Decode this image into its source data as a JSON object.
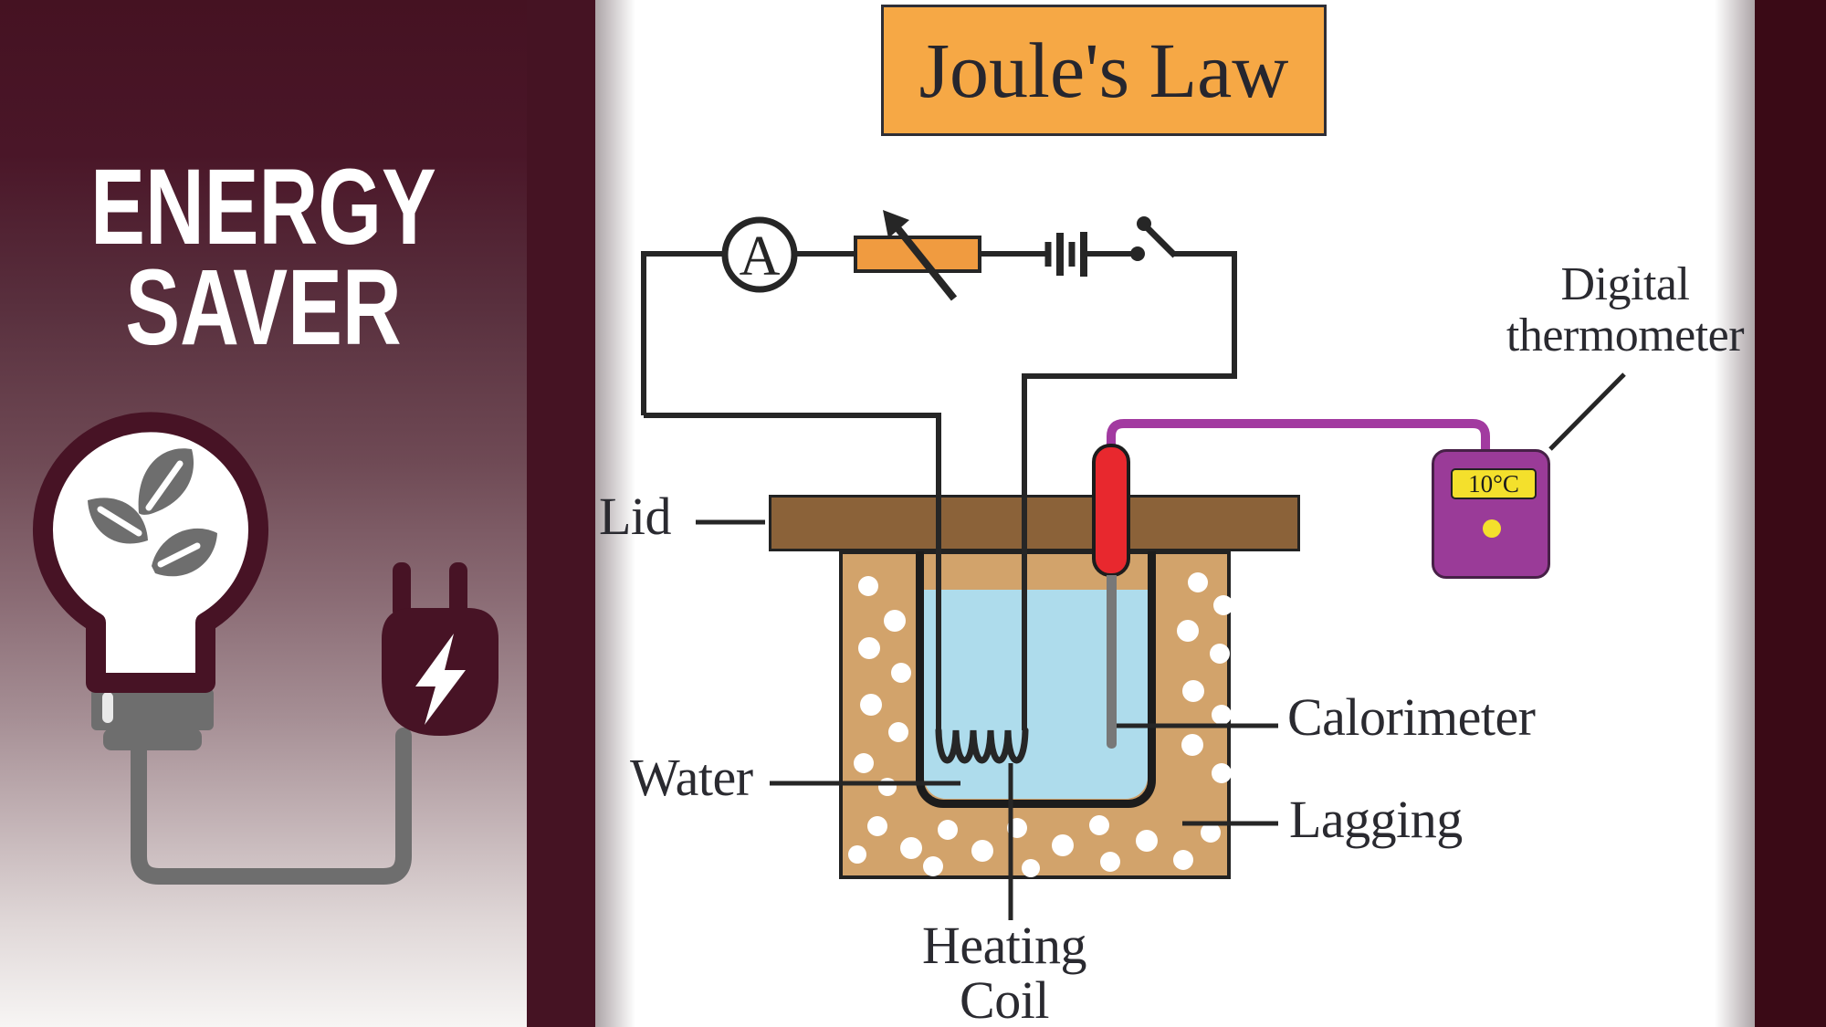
{
  "left_panel": {
    "heading_line1": "ENERGY",
    "heading_line2": "SAVER",
    "bulb_icon": "eco-lightbulb-leaves-icon",
    "plug_icon": "power-plug-lightning-icon"
  },
  "diagram": {
    "title": "Joule's Law",
    "ammeter_symbol": "A",
    "thermometer_reading": "10°C",
    "labels": {
      "lid": "Lid",
      "water": "Water",
      "heating_coil_line1": "Heating",
      "heating_coil_line2": "Coil",
      "calorimeter": "Calorimeter",
      "lagging": "Lagging",
      "digital_thermometer_line1": "Digital",
      "digital_thermometer_line2": "thermometer"
    }
  },
  "colors": {
    "maroon_panel": "#451222",
    "maroon_bar_right": "#3a0a16",
    "title_orange": "#f6a845",
    "rheostat_orange": "#f09b40",
    "lid_brown": "#8b6239",
    "lagging_tan": "#d2a36b",
    "water_blue": "#aedcec",
    "thermometer_red": "#e8282e",
    "probe_wire_purple": "#a23aa0",
    "device_purple": "#9a3b98",
    "display_yellow": "#f4e02c",
    "wire_black": "#262626"
  }
}
